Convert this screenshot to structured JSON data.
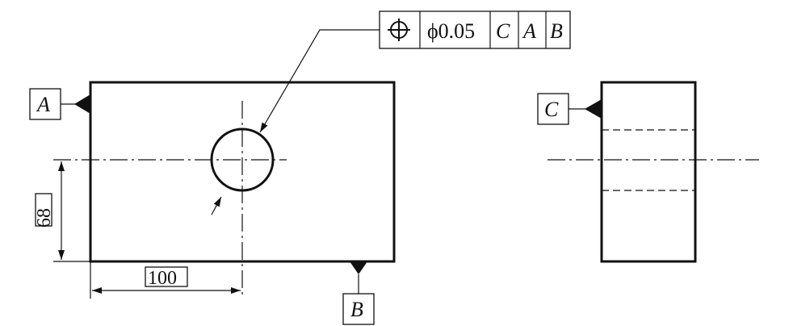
{
  "fcf": {
    "tolerance": "ϕ0.05",
    "datum_1": "C",
    "datum_2": "A",
    "datum_3": "B",
    "symbol_icon": "position-icon"
  },
  "datums": {
    "a": "A",
    "b": "B",
    "c": "C"
  },
  "dims": {
    "vertical": "68",
    "horizontal": "100"
  }
}
